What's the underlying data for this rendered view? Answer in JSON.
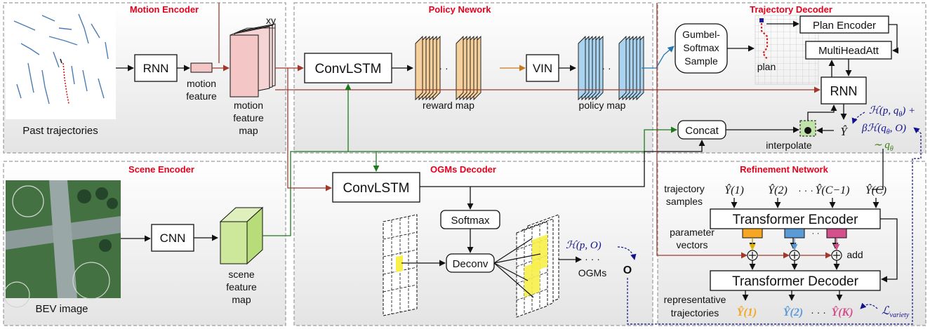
{
  "panels": {
    "motion_encoder": "Motion Encoder",
    "policy_network": "Policy Nework",
    "trajectory_decoder": "Trajectory Decoder",
    "scene_encoder": "Scene Encoder",
    "ogms_decoder": "OGMs Decoder",
    "refinement_network": "Refinement Network"
  },
  "motion": {
    "past_trajectories": "Past trajectories",
    "rnn": "RNN",
    "motion_feature": [
      "motion",
      "feature"
    ],
    "motion_feature_map": [
      "motion",
      "feature",
      "map"
    ],
    "xy": "xy"
  },
  "policy": {
    "convlstm": "ConvLSTM",
    "reward_map": "reward map",
    "vin": "VIN",
    "policy_map": "policy map",
    "dots": "· ·"
  },
  "traj_decoder": {
    "gumbel": [
      "Gumbel-",
      "Softmax",
      "Sample"
    ],
    "plan": "plan",
    "plan_encoder": "Plan Encoder",
    "multiheadatt": "MultiHeadAtt",
    "rnn": "RNN",
    "concat": "Concat",
    "interpolate": "interpolate",
    "y_hat": "Ŷ",
    "loss_line1": "ℋ(p, q",
    "loss_line1_sub": "θ",
    "loss_line1_end": ") +",
    "loss_line2": "βℋ(q",
    "loss_line2_sub": "θ",
    "loss_line2_end": ", O)",
    "loss_line3": "∼ q",
    "loss_line3_sub": "θ"
  },
  "scene": {
    "bev_image": "BEV image",
    "cnn": "CNN",
    "scene_feature_map": [
      "scene",
      "feature",
      "map"
    ]
  },
  "ogms": {
    "convlstm": "ConvLSTM",
    "softmax": "Softmax",
    "deconv": "Deconv",
    "ogms": "OGMs",
    "dots": "· · ·",
    "entropy": "ℋ(p, O)",
    "o": "O"
  },
  "refinement": {
    "trajectory_samples": [
      "trajectory",
      "samples"
    ],
    "samples": [
      "Ŷ(1)",
      "Ŷ(2)",
      "· · ·",
      "Ŷ(C−1)",
      "Ŷ(C)"
    ],
    "transformer_encoder": "Transformer Encoder",
    "parameter_vectors": [
      "parameter",
      "vectors"
    ],
    "dots": "· ·",
    "add": "add",
    "transformer_decoder": "Transformer Decoder",
    "representative": [
      "representative",
      "trajectories"
    ],
    "outputs": [
      "Ŷ(1)",
      "Ŷ(2)",
      "· · ·",
      "Ŷ(K)"
    ],
    "l_variety": "ℒ",
    "l_variety_sub": "variety"
  },
  "colors": {
    "panel_title": "#e8001c",
    "arrow_red": "#a0392b",
    "arrow_green": "#1f7a1f",
    "arrow_blue": "#1f78b4",
    "arrow_orange": "#c8781e",
    "navy": "#12128c",
    "reward": "#f5cf9c",
    "policy": "#a9d3ee",
    "motion_map": "#f5c6c6",
    "scene_map": "#cde89a",
    "param_orange": "#f5a623",
    "param_blue": "#5b9bd5",
    "param_pink": "#d4508c",
    "loss_green": "#3a7d12"
  }
}
